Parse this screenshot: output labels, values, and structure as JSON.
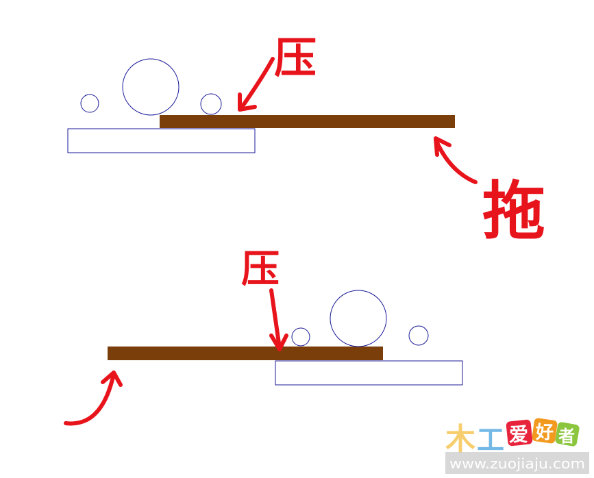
{
  "diagram": {
    "top_scene": {
      "press_label": "压",
      "drag_label": "拖"
    },
    "bottom_scene": {
      "press_label": "压"
    },
    "colors": {
      "board": "#7a3e0a",
      "outline": "#1a1a9a",
      "annotation": "#e8141c"
    }
  },
  "watermark": {
    "logo_chars": [
      "木",
      "工",
      "爱",
      "好",
      "者"
    ],
    "url": "www.zuojiaju.com"
  }
}
